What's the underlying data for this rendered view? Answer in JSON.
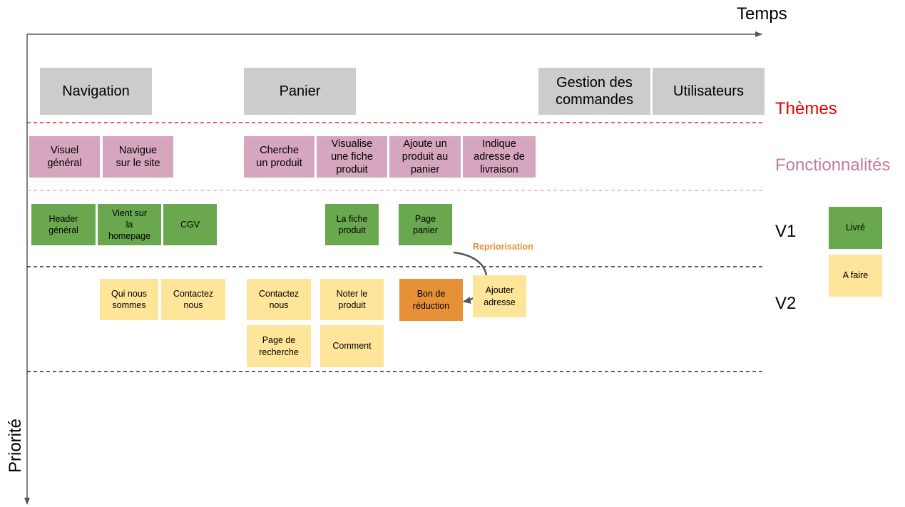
{
  "axes": {
    "time_label": "Temps",
    "priority_label": "Priorité"
  },
  "rows": {
    "themes_label": "Thèmes",
    "features_label": "Fonctionnalités",
    "v1_label": "V1",
    "v2_label": "V2"
  },
  "colors": {
    "theme": "#cccccc",
    "feature": "#d5a6bd",
    "done": "#6aa84f",
    "todo": "#ffe599",
    "reprioritized": "#e69138",
    "themes_label": "#e60000",
    "features_label": "#c27ba0",
    "reprioritization_label": "#e69138",
    "separator_red": "#e06666",
    "separator_pink": "#d5a6bd",
    "separator_black": "#000000"
  },
  "themes": [
    "Navigation",
    "Panier",
    "Gestion des\ncommandes",
    "Utilisateurs"
  ],
  "features": [
    "Visuel\ngénéral",
    "Navigue\nsur le site",
    "Cherche\nun produit",
    "Visualise\nune fiche\nproduit",
    "Ajoute un\nproduit au\npanier",
    "Indique\nadresse de\nlivraison"
  ],
  "v1_stories": [
    "Header\ngénéral",
    "Vient sur\nla\nhomepage",
    "CGV",
    "La fiche\nproduit",
    "Page\npanier"
  ],
  "v2_stories": [
    "Qui nous\nsommes",
    "Contactez\nnous",
    "Contactez\nnous",
    "Page de\nrecherche",
    "Noter le\nproduit",
    "Comment",
    "Bon de\nréduction",
    "Ajouter\nadresse"
  ],
  "reprioritization": {
    "label": "Repriorisation"
  },
  "legend": {
    "done": "Livré",
    "todo": "A faire"
  }
}
